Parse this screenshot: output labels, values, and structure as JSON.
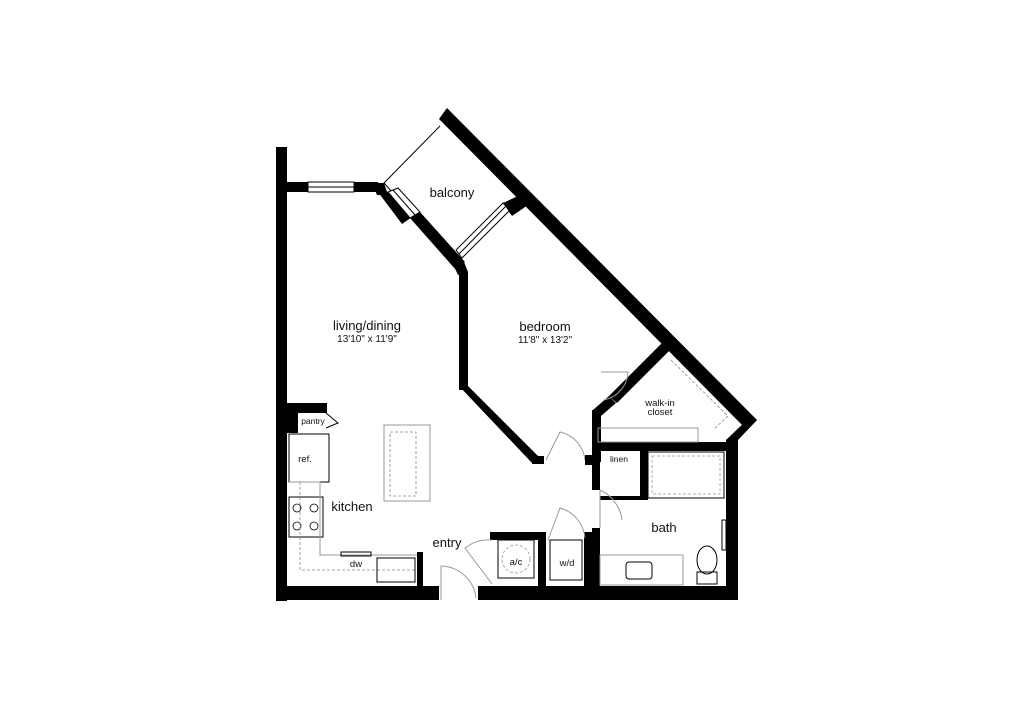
{
  "rooms": {
    "balcony": "balcony",
    "living": "living/dining",
    "living_dim": "13'10\" x 11'9\"",
    "bedroom": "bedroom",
    "bedroom_dim": "11'8\" x 13'2\"",
    "walkin_1": "walk-in",
    "walkin_2": "closet",
    "pantry": "pantry",
    "ref": "ref.",
    "kitchen": "kitchen",
    "dw": "dw",
    "entry": "entry",
    "ac": "a/c",
    "wd": "w/d",
    "linen": "linen",
    "bath": "bath"
  }
}
